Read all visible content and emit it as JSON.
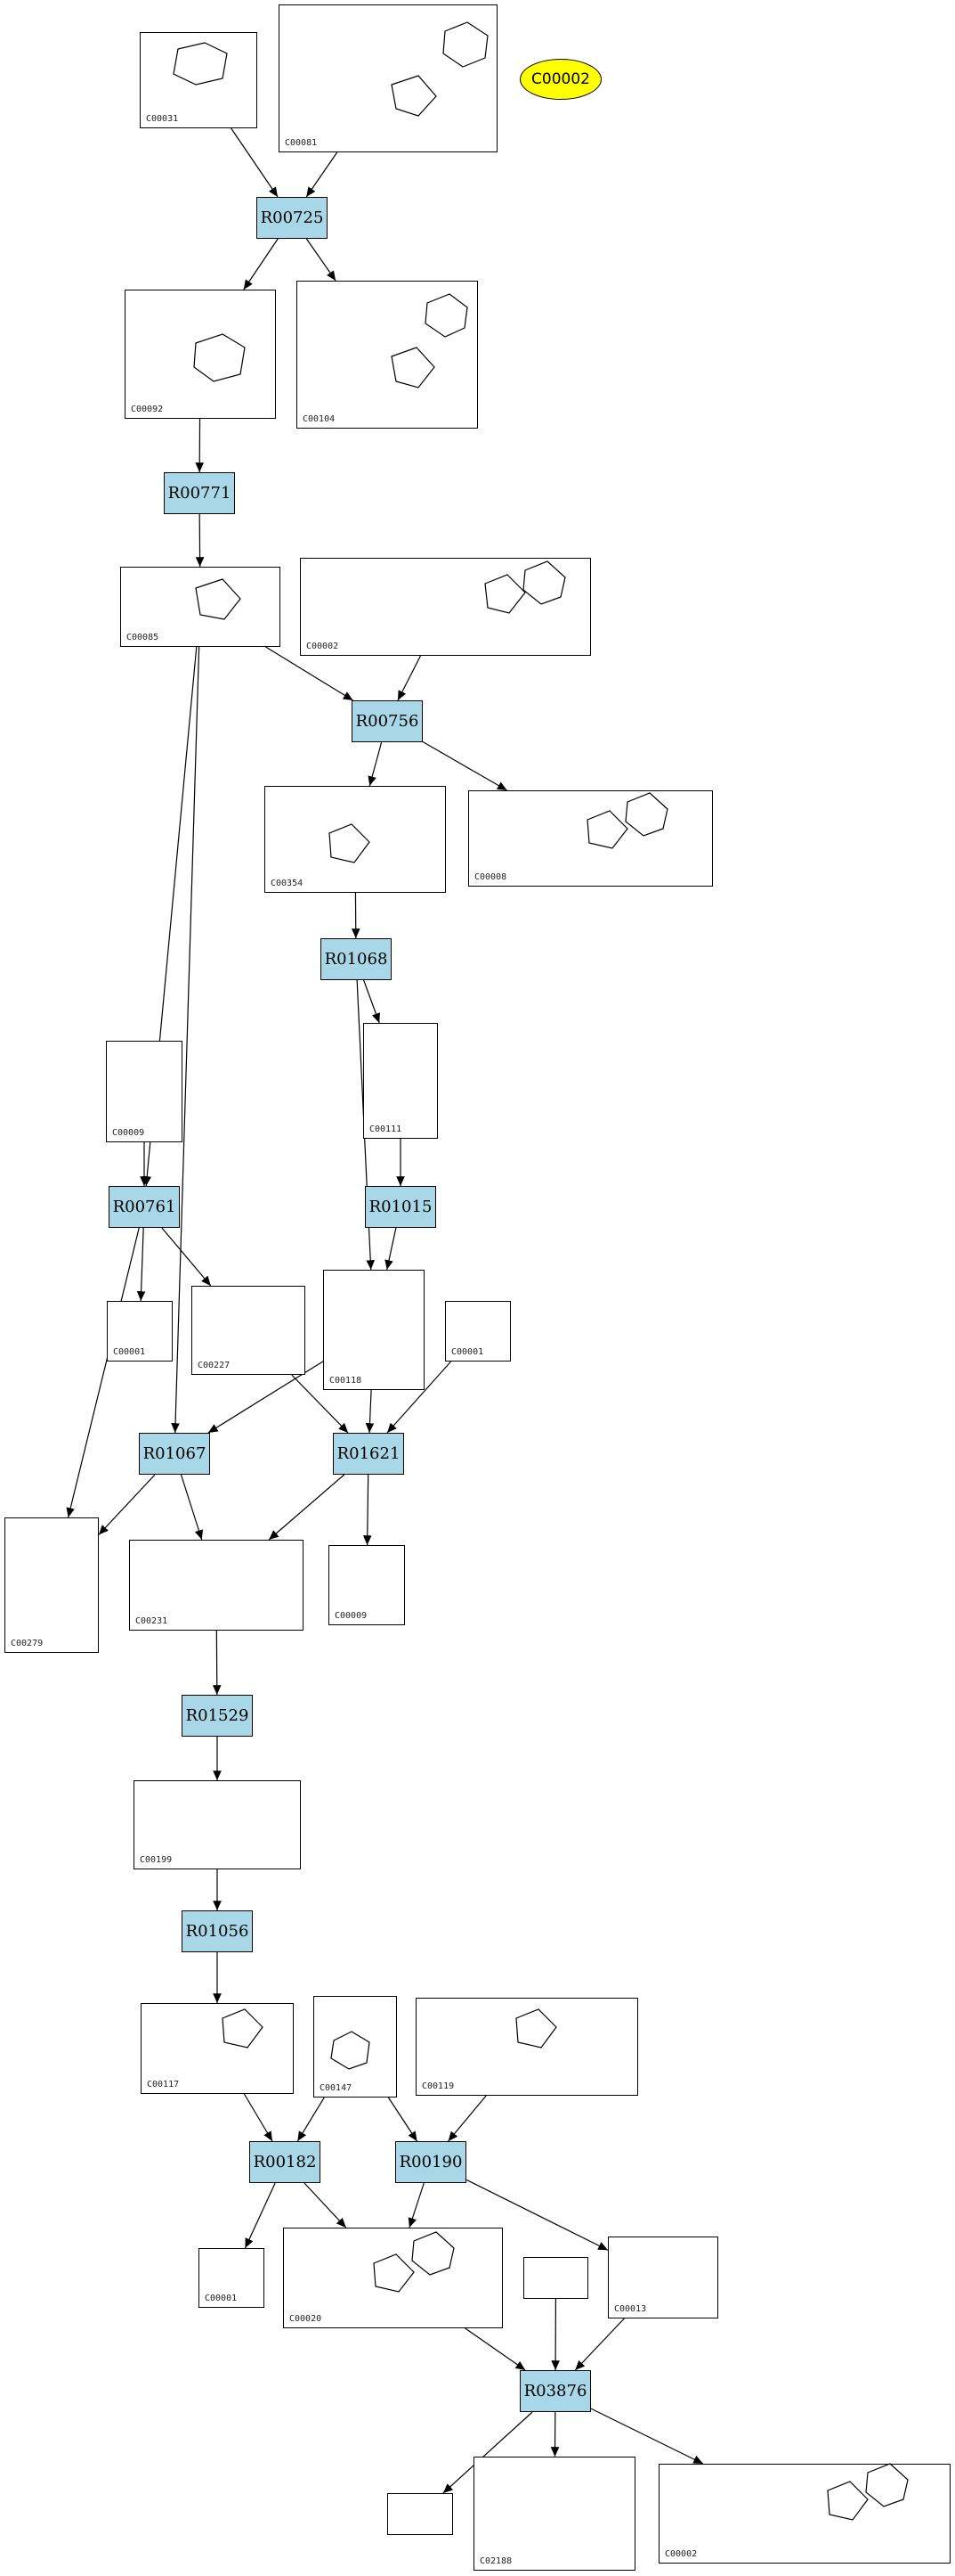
{
  "badge": {
    "label": "C00002",
    "color": "#ffff00"
  },
  "colors": {
    "reaction_fill": "#a8d8e8",
    "edge": "#000000",
    "node_border": "#000000"
  },
  "compounds": [
    {
      "id": "n1",
      "label": "C00031"
    },
    {
      "id": "n2",
      "label": "C00081"
    },
    {
      "id": "n3",
      "label": "C00092"
    },
    {
      "id": "n4",
      "label": "C00104"
    },
    {
      "id": "n5",
      "label": "C00085"
    },
    {
      "id": "n6",
      "label": "C00002"
    },
    {
      "id": "n7",
      "label": "C00354"
    },
    {
      "id": "n8",
      "label": "C00008"
    },
    {
      "id": "n9",
      "label": "C00009"
    },
    {
      "id": "n10",
      "label": "C00111"
    },
    {
      "id": "n11",
      "label": "C00001"
    },
    {
      "id": "n12",
      "label": "C00227"
    },
    {
      "id": "n13",
      "label": "C00118"
    },
    {
      "id": "n14",
      "label": "C00001"
    },
    {
      "id": "n15",
      "label": "C00279"
    },
    {
      "id": "n16",
      "label": "C00231"
    },
    {
      "id": "n17",
      "label": "C00009"
    },
    {
      "id": "n18",
      "label": "C00199"
    },
    {
      "id": "n19",
      "label": "C00117"
    },
    {
      "id": "n20",
      "label": "C00147"
    },
    {
      "id": "n21",
      "label": "C00119"
    },
    {
      "id": "n22",
      "label": "C00001"
    },
    {
      "id": "n23",
      "label": "C00020"
    },
    {
      "id": "n24",
      "label": "C00013"
    },
    {
      "id": "n25",
      "label": ""
    },
    {
      "id": "n26",
      "label": ""
    },
    {
      "id": "n27",
      "label": "C02188"
    },
    {
      "id": "n28",
      "label": "C00002"
    }
  ],
  "reactions": [
    {
      "id": "r1",
      "label": "R00725"
    },
    {
      "id": "r2",
      "label": "R00771"
    },
    {
      "id": "r3",
      "label": "R00756"
    },
    {
      "id": "r4",
      "label": "R01068"
    },
    {
      "id": "r5",
      "label": "R00761"
    },
    {
      "id": "r6",
      "label": "R01015"
    },
    {
      "id": "r7",
      "label": "R01067"
    },
    {
      "id": "r8",
      "label": "R01621"
    },
    {
      "id": "r9",
      "label": "R01529"
    },
    {
      "id": "r10",
      "label": "R01056"
    },
    {
      "id": "r11",
      "label": "R00182"
    },
    {
      "id": "r12",
      "label": "R00190"
    },
    {
      "id": "r13",
      "label": "R03876"
    }
  ],
  "edges": [
    [
      "n1",
      "r1"
    ],
    [
      "n2",
      "r1"
    ],
    [
      "r1",
      "n3"
    ],
    [
      "r1",
      "n4"
    ],
    [
      "n3",
      "r2"
    ],
    [
      "r2",
      "n5"
    ],
    [
      "n5",
      "r3"
    ],
    [
      "n6",
      "r3"
    ],
    [
      "r3",
      "n7"
    ],
    [
      "r3",
      "n8"
    ],
    [
      "n7",
      "r4"
    ],
    [
      "r4",
      "n10"
    ],
    [
      "r4",
      "n13"
    ],
    [
      "n9",
      "r5"
    ],
    [
      "n5",
      "r5"
    ],
    [
      "r5",
      "n11"
    ],
    [
      "r5",
      "n12"
    ],
    [
      "r5",
      "n15"
    ],
    [
      "n10",
      "r6"
    ],
    [
      "r6",
      "n13"
    ],
    [
      "n5",
      "r7"
    ],
    [
      "n13",
      "r7"
    ],
    [
      "r7",
      "n15"
    ],
    [
      "r7",
      "n16"
    ],
    [
      "n12",
      "r8"
    ],
    [
      "n13",
      "r8"
    ],
    [
      "n14",
      "r8"
    ],
    [
      "r8",
      "n16"
    ],
    [
      "r8",
      "n17"
    ],
    [
      "n16",
      "r9"
    ],
    [
      "r9",
      "n18"
    ],
    [
      "n18",
      "r10"
    ],
    [
      "r10",
      "n19"
    ],
    [
      "n19",
      "r11"
    ],
    [
      "n20",
      "r11"
    ],
    [
      "r11",
      "n22"
    ],
    [
      "r11",
      "n23"
    ],
    [
      "n20",
      "r12"
    ],
    [
      "n21",
      "r12"
    ],
    [
      "r12",
      "n23"
    ],
    [
      "r12",
      "n24"
    ],
    [
      "n23",
      "r13"
    ],
    [
      "n24",
      "r13"
    ],
    [
      "n25",
      "r13"
    ],
    [
      "r13",
      "n26"
    ],
    [
      "r13",
      "n27"
    ],
    [
      "r13",
      "n28"
    ]
  ]
}
